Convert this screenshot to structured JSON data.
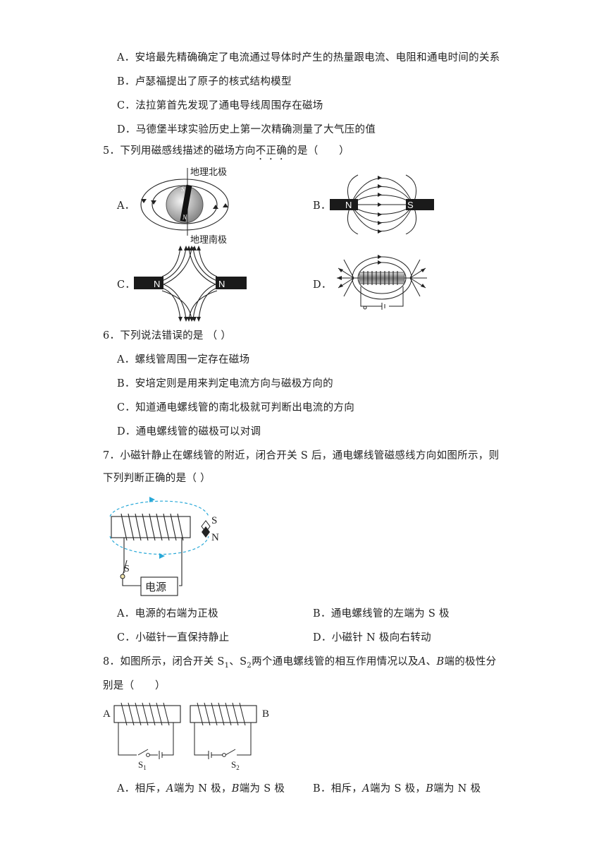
{
  "q4": {
    "A": "A．安培最先精确确定了电流通过导体时产生的热量跟电流、电阻和通电时间的关系",
    "B": "B．卢瑟福提出了原子的核式结构模型",
    "C": "C．法拉第首先发现了通电导线周围存在磁场",
    "D": "D．马德堡半球实验历史上第一次精确测量了大气压的值"
  },
  "q5": {
    "stem_pre": "5．下列用磁感线描述的磁场方向",
    "stem_emph": "不正确",
    "stem_post": "的是（　　）",
    "opt_a": "A．",
    "opt_b": "B．",
    "opt_c": "C．",
    "opt_d": "D．",
    "fig_a_top": "地理北极",
    "fig_a_bottom": "地理南极",
    "pole_s": "S",
    "pole_n": "N"
  },
  "q6": {
    "stem": "6．下列说法错误的是 （ ）",
    "A": "A．螺线管周围一定存在磁场",
    "B": "B．安培定则是用来判定电流方向与磁极方向的",
    "C": "C．知道通电螺线管的南北极就可判断出电流的方向",
    "D": "D．通电螺线管的磁极可以对调"
  },
  "q7": {
    "stem_line1": "7．小磁针静止在螺线管的附近，闭合开关 S 后，通电螺线管磁感线方向如图所示，则",
    "stem_line2": "下列判断正确的是（ ）",
    "fig_s": "S",
    "fig_n": "N",
    "fig_switch": "S",
    "fig_power": "电源",
    "A": "A．电源的右端为正极",
    "B": "B．通电螺线管的左端为 S 极",
    "C": "C．小磁针一直保持静止",
    "D": "D．小磁针 N 极向右转动"
  },
  "q8": {
    "stem_line1_a": "8．如图所示，闭合开关 S",
    "sub1": "1",
    "stem_line1_b": "、S",
    "sub2": "2",
    "stem_line1_c": "两个通电螺线管的相互作用情况以及",
    "var_a": "A",
    "stem_line1_d": "、",
    "var_b": "B",
    "stem_line1_e": "端的极性分",
    "stem_line2": "别是（　　）",
    "fig_a": "A",
    "fig_b": "B",
    "fig_s": "S",
    "A_pre": "A．相斥，",
    "A_var1": "A",
    "A_mid": "端为 N 极，",
    "A_var2": "B",
    "A_post": "端为 S 极",
    "B_pre": "B．相斥，",
    "B_var1": "A",
    "B_mid": "端为 S 极，",
    "B_var2": "B",
    "B_post": "端为 N 极"
  }
}
